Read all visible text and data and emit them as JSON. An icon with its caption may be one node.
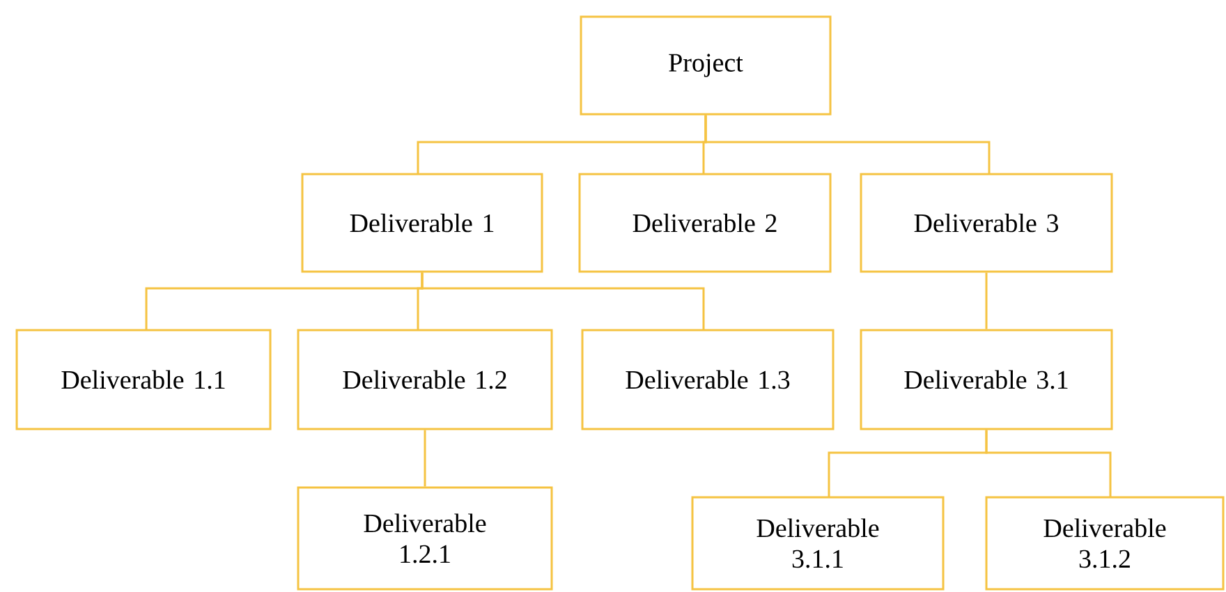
{
  "diagram": {
    "nodes": [
      {
        "text": [
          "Project"
        ]
      },
      {
        "text": [
          "Deliverable 1"
        ]
      },
      {
        "text": [
          "Deliverable 2"
        ]
      },
      {
        "text": [
          "Deliverable 3"
        ]
      },
      {
        "text": [
          "Deliverable 1.1"
        ]
      },
      {
        "text": [
          "Deliverable 1.2"
        ]
      },
      {
        "text": [
          "Deliverable 1.3"
        ]
      },
      {
        "text": [
          "Deliverable 3.1"
        ]
      },
      {
        "text": [
          "Deliverable 1.2.1"
        ]
      },
      {
        "text": [
          "Deliverable 3.1.1"
        ]
      },
      {
        "text": [
          "Deliverable 3.1.2"
        ]
      }
    ],
    "edges": [
      {
        "from": 0,
        "to": 1,
        "arrow": "none"
      },
      {
        "from": 0,
        "to": 2,
        "arrow": "none"
      },
      {
        "from": 0,
        "to": 3,
        "arrow": "none"
      },
      {
        "from": 1,
        "to": 4,
        "arrow": "none"
      },
      {
        "from": 1,
        "to": 5,
        "arrow": "none"
      },
      {
        "from": 1,
        "to": 6,
        "arrow": "none"
      },
      {
        "from": 3,
        "to": 7,
        "arrow": "none"
      },
      {
        "from": 5,
        "to": 8,
        "arrow": "none"
      },
      {
        "from": 7,
        "to": 9,
        "arrow": "none"
      },
      {
        "from": 7,
        "to": 10,
        "arrow": "none"
      }
    ]
  }
}
